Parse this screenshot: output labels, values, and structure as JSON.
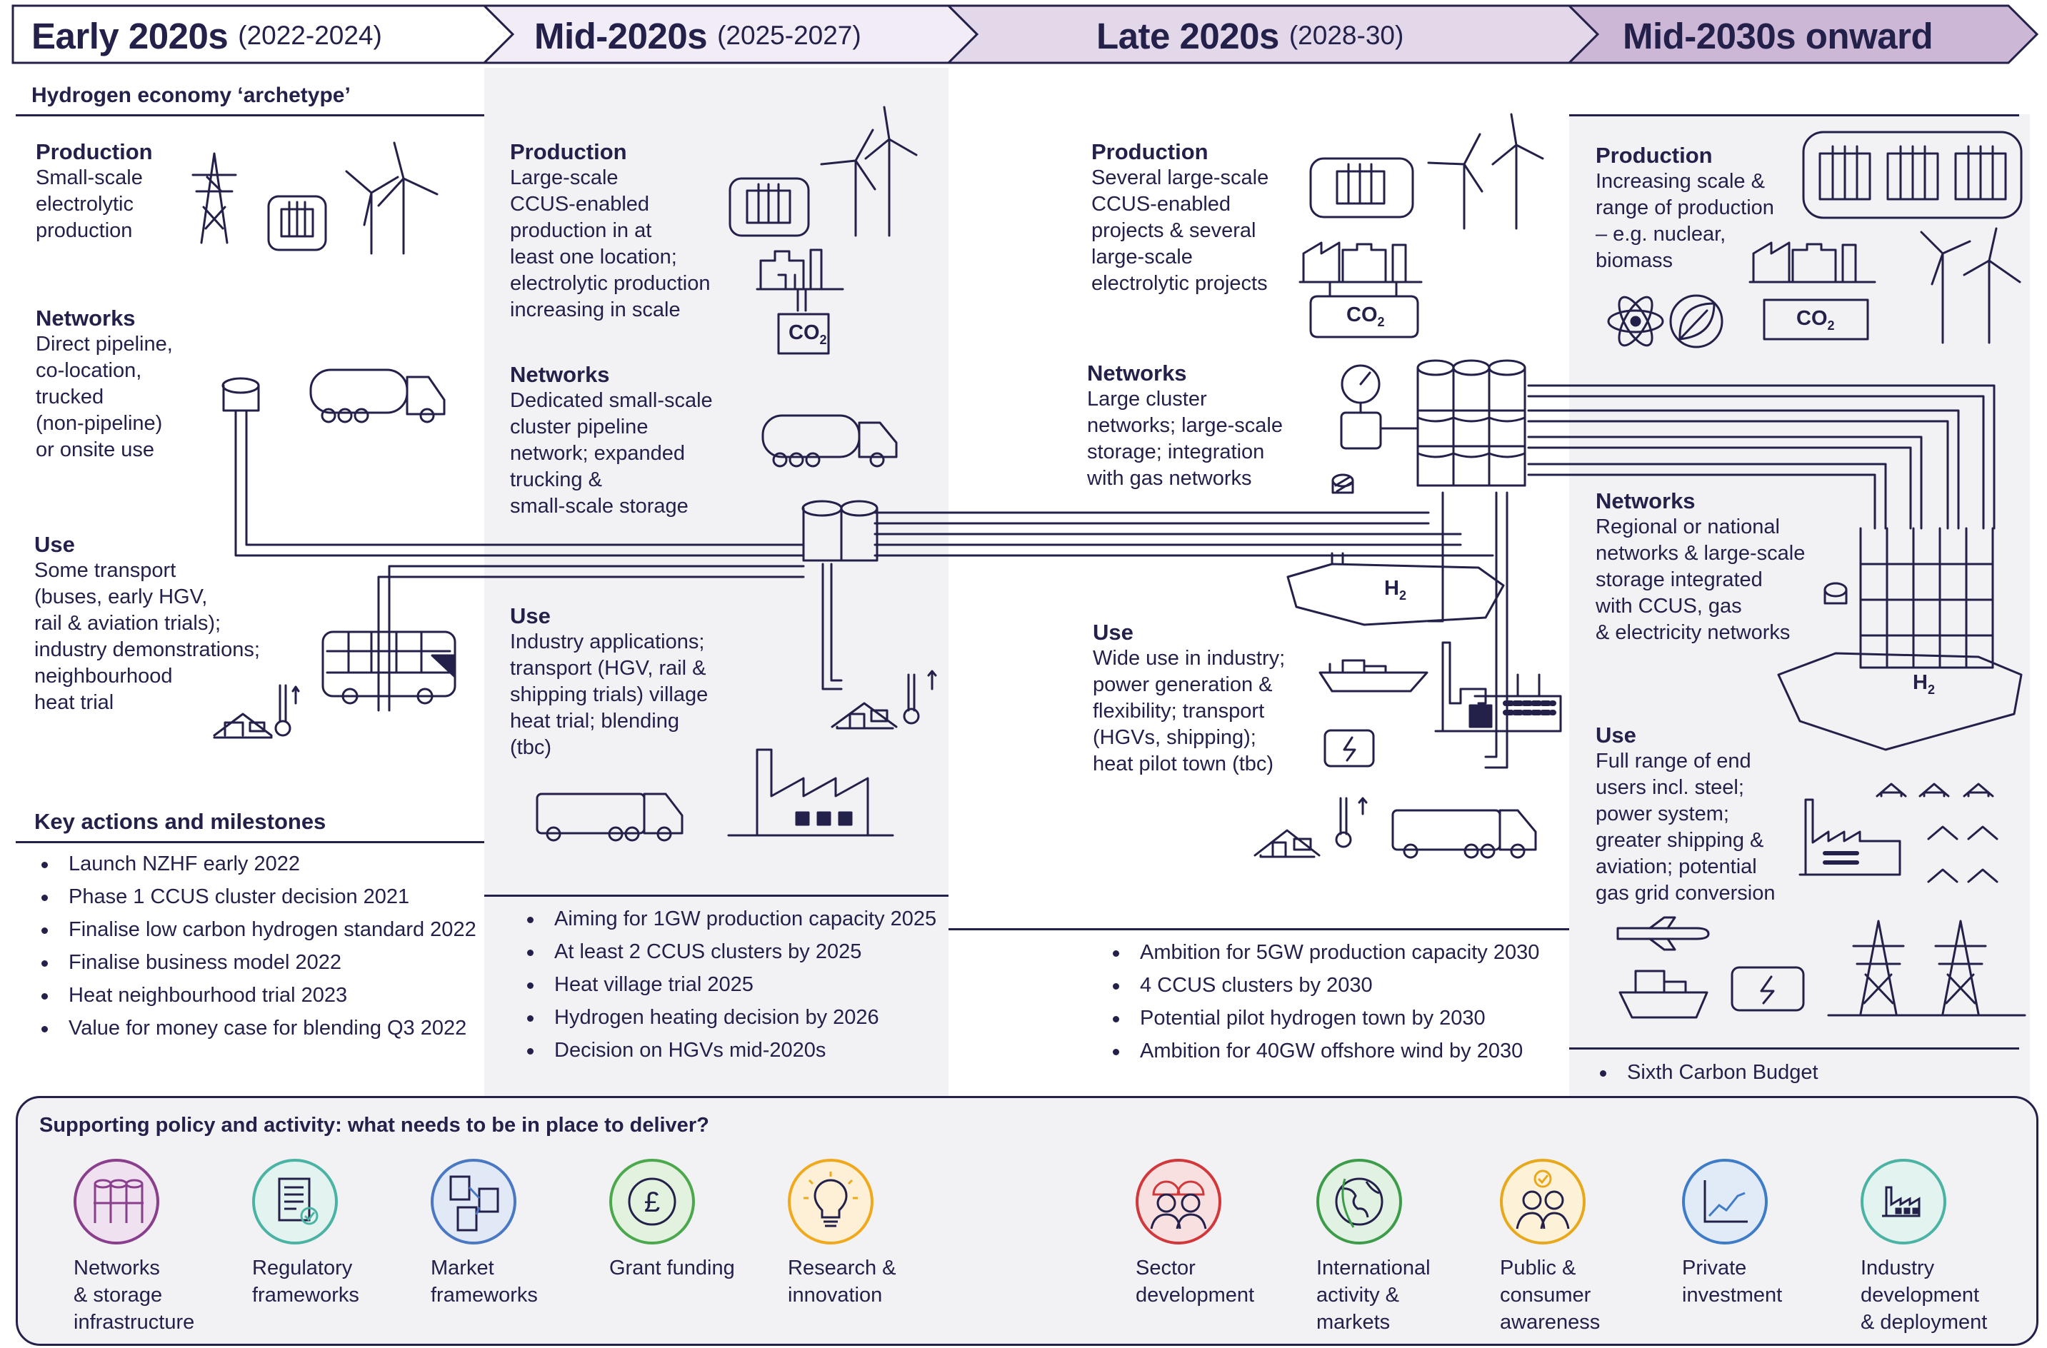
{
  "phases": [
    {
      "name": "Early 2020s",
      "years": "(2022-2024)"
    },
    {
      "name": "Mid-2020s",
      "years": "(2025-2027)"
    },
    {
      "name": "Late 2020s",
      "years": "(2028-30)"
    },
    {
      "name": "Mid-2030s onward",
      "years": ""
    }
  ],
  "archetype_label": "Hydrogen economy ‘archetype’",
  "early": {
    "production_heading": "Production",
    "production_lines": [
      "Small-scale",
      "electrolytic",
      "production"
    ],
    "networks_heading": "Networks",
    "networks_lines": [
      "Direct pipeline,",
      "co-location,",
      "trucked",
      "(non-pipeline)",
      "or onsite use"
    ],
    "use_heading": "Use",
    "use_lines": [
      "Some transport",
      "(buses, early HGV,",
      "rail & aviation trials);",
      "industry demonstrations;",
      "neighbourhood",
      "heat trial"
    ]
  },
  "mid": {
    "production_heading": "Production",
    "production_lines": [
      "Large-scale",
      "CCUS-enabled",
      "production in at",
      "least one location;",
      "electrolytic production",
      "increasing in scale"
    ],
    "networks_heading": "Networks",
    "networks_lines": [
      "Dedicated small-scale",
      "cluster pipeline",
      "network; expanded",
      "trucking &",
      "small-scale storage"
    ],
    "use_heading": "Use",
    "use_lines": [
      "Industry applications;",
      "transport (HGV, rail &",
      "shipping trials) village",
      "heat trial; blending",
      "(tbc)"
    ]
  },
  "late": {
    "production_heading": "Production",
    "production_lines": [
      "Several large-scale",
      "CCUS-enabled",
      "projects & several",
      "large-scale",
      "electrolytic projects"
    ],
    "networks_heading": "Networks",
    "networks_lines": [
      "Large cluster",
      "networks; large-scale",
      "storage; integration",
      "with gas networks"
    ],
    "use_heading": "Use",
    "use_lines": [
      "Wide use in industry;",
      "power generation &",
      "flexibility; transport",
      "(HGVs, shipping);",
      "heat pilot town (tbc)"
    ]
  },
  "future": {
    "production_heading": "Production",
    "production_lines": [
      "Increasing scale &",
      "range of production",
      "– e.g. nuclear,",
      "biomass"
    ],
    "networks_heading": "Networks",
    "networks_lines": [
      "Regional or national",
      "networks & large-scale",
      "storage integrated",
      "with CCUS, gas",
      "& electricity networks"
    ],
    "use_heading": "Use",
    "use_lines": [
      "Full range of end",
      "users incl. steel;",
      "power system;",
      "greater shipping &",
      "aviation; potential",
      "gas grid conversion"
    ]
  },
  "icon_labels": {
    "co2": "CO",
    "co2_sub": "2",
    "h2": "H",
    "h2_sub": "2"
  },
  "milestones_heading": "Key actions and milestones",
  "milestones": {
    "early": [
      "Launch NZHF early 2022",
      "Phase 1 CCUS cluster decision 2021",
      "Finalise low carbon hydrogen standard 2022",
      "Finalise business model 2022",
      "Heat neighbourhood trial 2023",
      "Value for money case for blending Q3 2022"
    ],
    "mid": [
      "Aiming for 1GW production capacity 2025",
      "At least 2 CCUS clusters by 2025",
      "Heat village trial 2025",
      "Hydrogen heating decision by 2026",
      "Decision on HGVs mid-2020s"
    ],
    "late": [
      "Ambition for 5GW production capacity 2030",
      "4 CCUS clusters by 2030",
      "Potential pilot hydrogen town by 2030",
      "Ambition for 40GW offshore wind by 2030"
    ],
    "future": [
      "Sixth Carbon Budget"
    ]
  },
  "support": {
    "heading": "Supporting policy and activity: what needs to be in place to deliver?",
    "items": [
      {
        "icon": "networks-storage-icon",
        "color": "#8a3f8c",
        "lines": [
          "Networks",
          "& storage",
          "infrastructure"
        ]
      },
      {
        "icon": "regulatory-document-icon",
        "color": "#4bb3a4",
        "lines": [
          "Regulatory",
          "frameworks"
        ]
      },
      {
        "icon": "market-framework-icon",
        "color": "#4a78c2",
        "lines": [
          "Market",
          "frameworks"
        ]
      },
      {
        "icon": "pound-coin-icon",
        "color": "#4ca84c",
        "lines": [
          "Grant funding"
        ]
      },
      {
        "icon": "lightbulb-icon",
        "color": "#f0a81c",
        "lines": [
          "Research &",
          "innovation"
        ]
      },
      {
        "icon": "hard-hat-workers-icon",
        "color": "#d0383c",
        "lines": [
          "Sector",
          "development"
        ]
      },
      {
        "icon": "globe-icon",
        "color": "#3d9c4a",
        "lines": [
          "International",
          "activity &",
          "markets"
        ]
      },
      {
        "icon": "people-check-icon",
        "color": "#e8a81c",
        "lines": [
          "Public &",
          "consumer",
          "awareness"
        ]
      },
      {
        "icon": "investment-chart-icon",
        "color": "#3f7cc8",
        "lines": [
          "Private",
          "investment"
        ]
      },
      {
        "icon": "factory-icon",
        "color": "#4bb3a4",
        "lines": [
          "Industry",
          "development",
          "& deployment"
        ]
      }
    ]
  },
  "colors": {
    "navy": "#23204a",
    "band_grey": "#f2f2f5",
    "arrow_light": "#f1ecf5",
    "arrow_mid": "#e2d8ea",
    "arrow_dark": "#cdb7d6"
  }
}
